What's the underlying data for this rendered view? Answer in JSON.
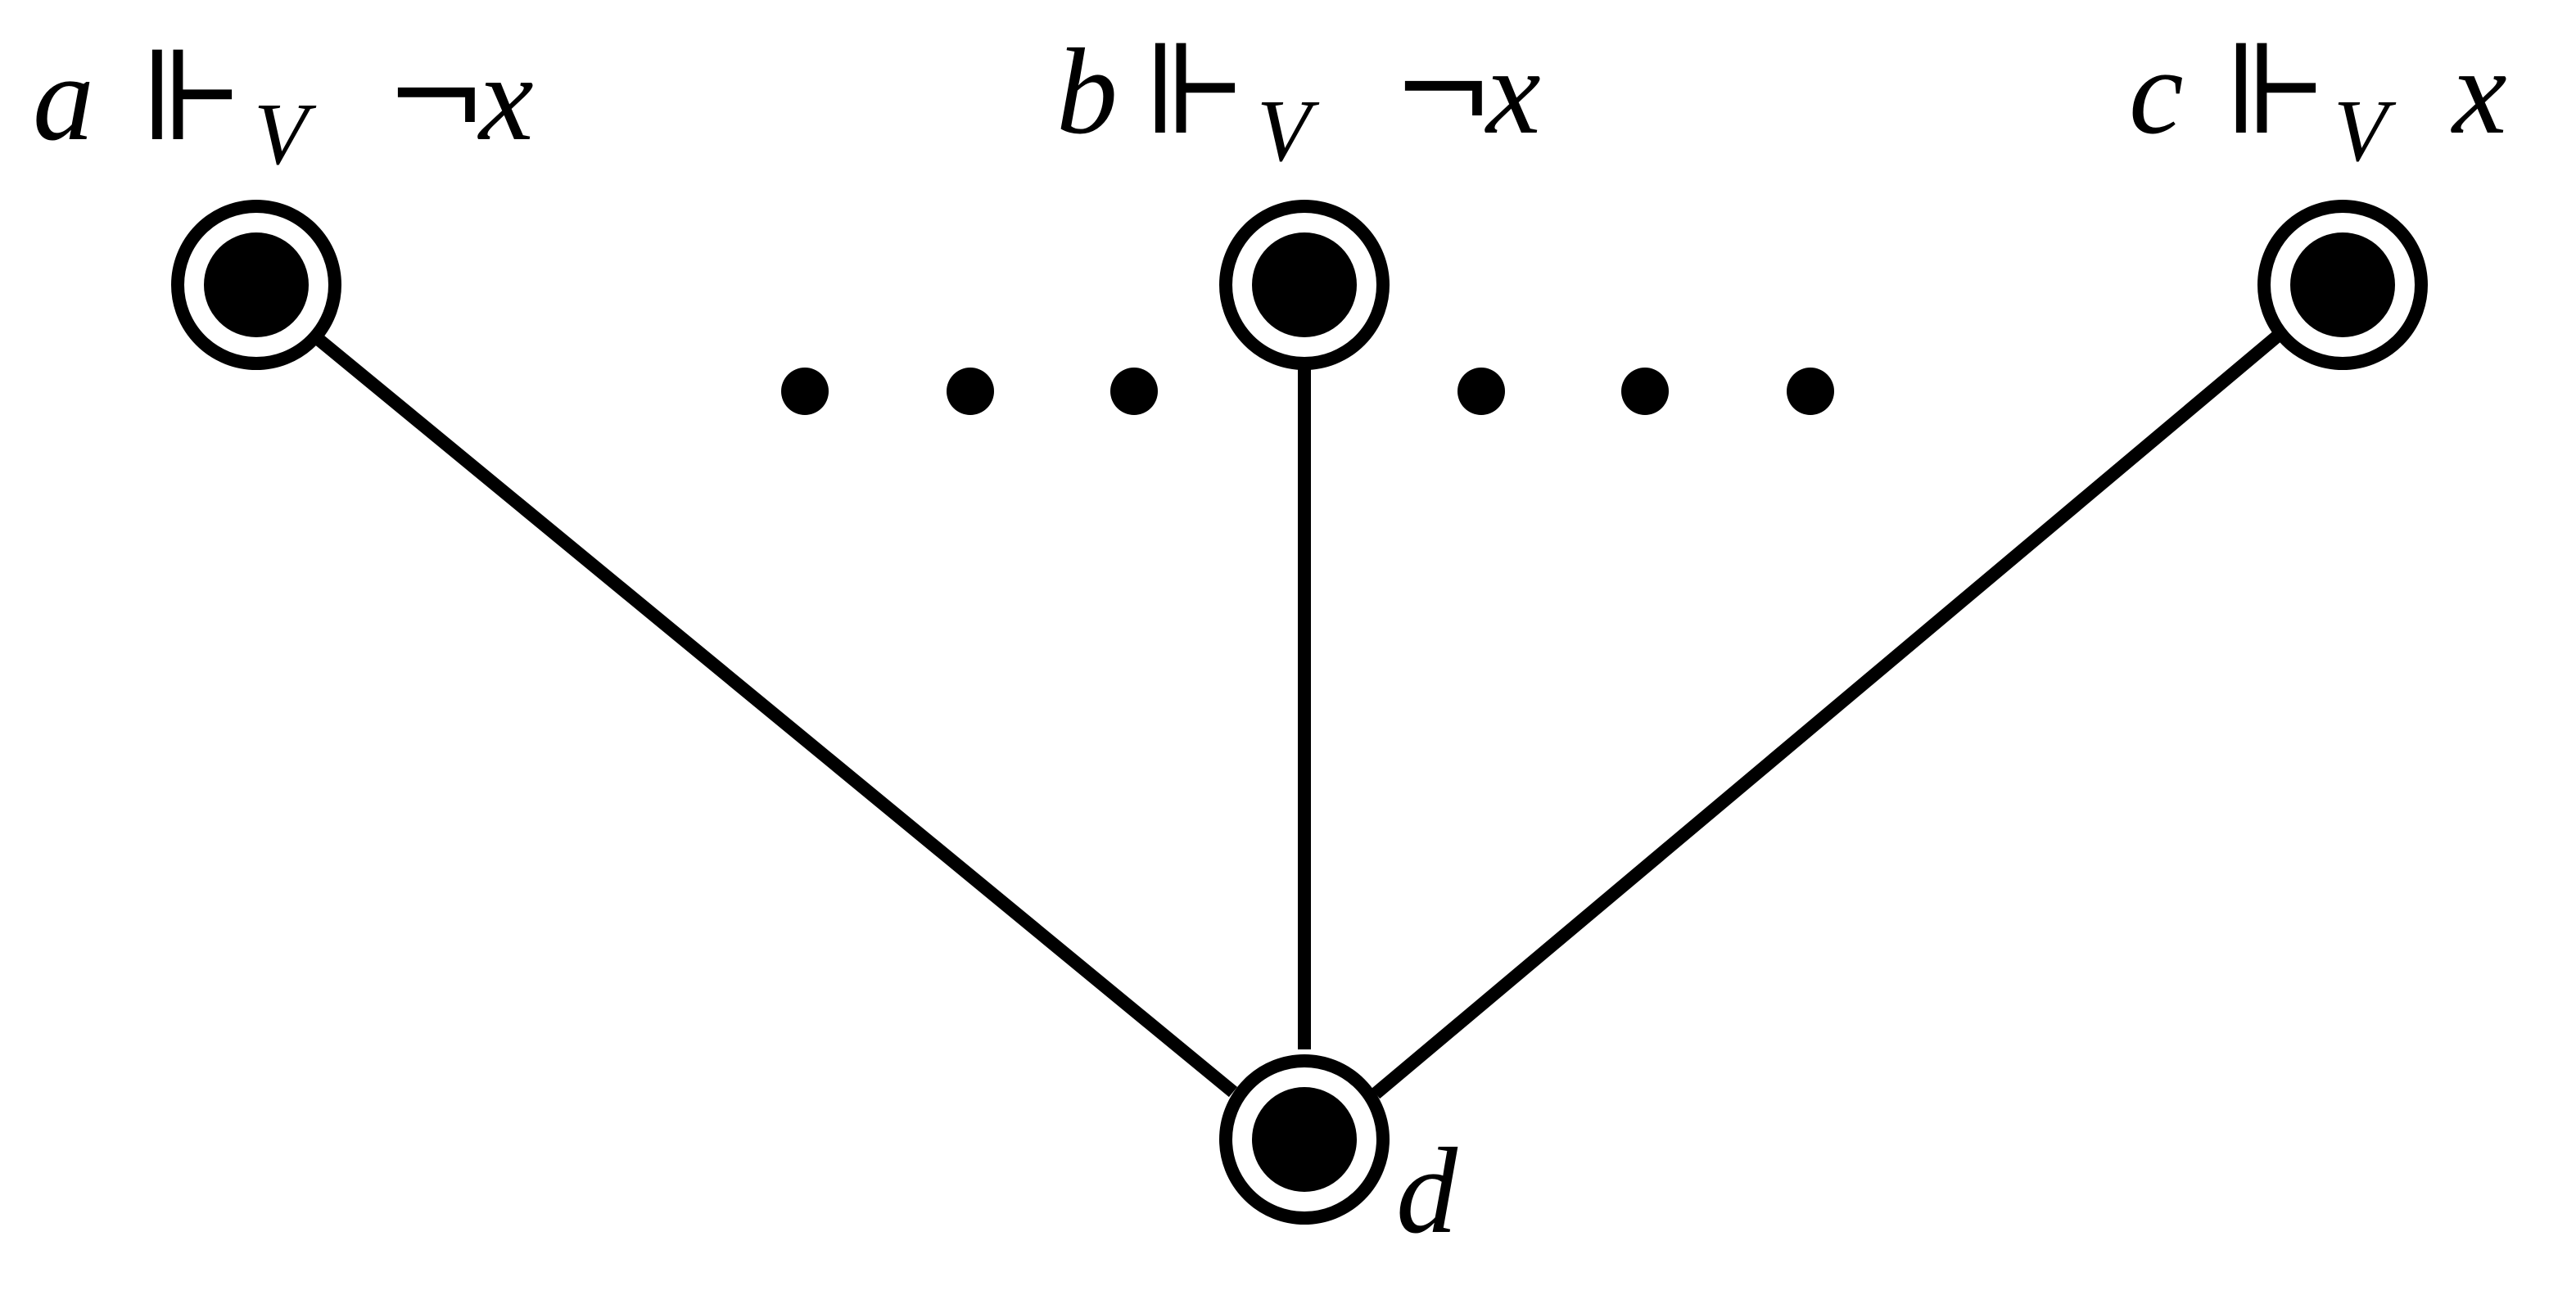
{
  "diagram": {
    "nodes": [
      {
        "id": "a",
        "name": "a",
        "label": "a ⊩V ¬x",
        "parts": {
          "var": "a",
          "forces": "⊩",
          "sub": "V",
          "formula_prefix": "¬",
          "formula_var": "x"
        }
      },
      {
        "id": "b",
        "name": "b",
        "label": "b ⊩V ¬x",
        "parts": {
          "var": "b",
          "forces": "⊩",
          "sub": "V",
          "formula_prefix": "¬",
          "formula_var": "x"
        }
      },
      {
        "id": "c",
        "name": "c",
        "label": "c ⊩V x",
        "parts": {
          "var": "c",
          "forces": "⊩",
          "sub": "V",
          "formula_prefix": "",
          "formula_var": "x"
        }
      },
      {
        "id": "d",
        "name": "d",
        "label": "d",
        "parts": {
          "var": "d"
        }
      }
    ],
    "edges": [
      {
        "from": "a",
        "to": "d"
      },
      {
        "from": "b",
        "to": "d"
      },
      {
        "from": "c",
        "to": "d"
      }
    ],
    "ellipses": [
      {
        "between": [
          "a",
          "b"
        ],
        "count": 3
      },
      {
        "between": [
          "b",
          "c"
        ],
        "count": 3
      }
    ],
    "colors": {
      "stroke": "#000000",
      "fill": "#000000",
      "background": "#ffffff"
    }
  }
}
